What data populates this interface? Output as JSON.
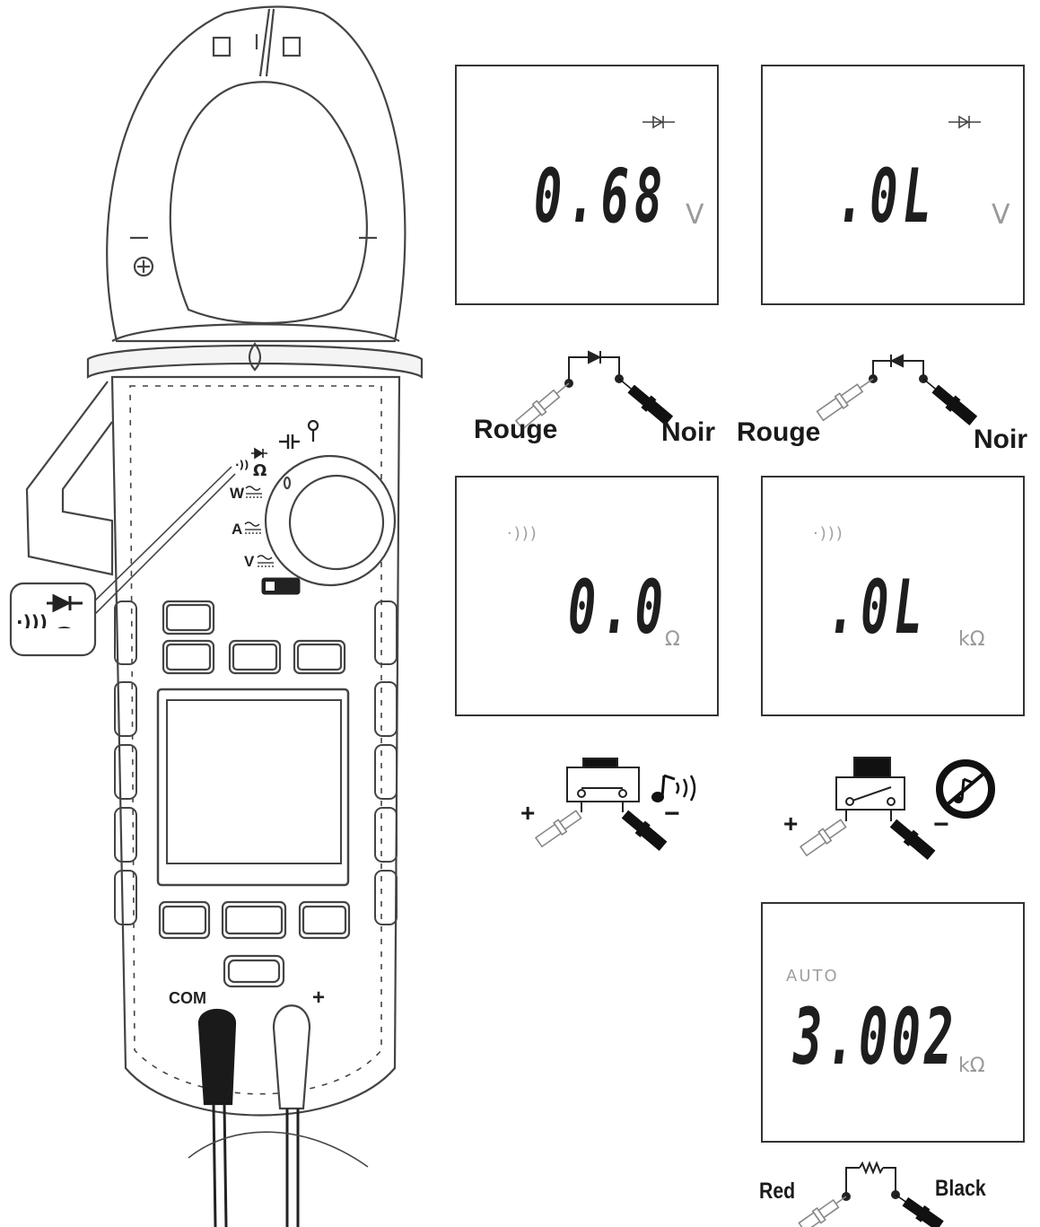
{
  "meter": {
    "range_labels": [
      "W",
      "A",
      "V"
    ],
    "com_label": "COM",
    "plus_label": "+"
  },
  "lcd_panels": [
    {
      "id": "diode-forward",
      "reading": "0.68",
      "unit": "V",
      "indicator": "diode-icon"
    },
    {
      "id": "diode-reverse",
      "reading": ".0L",
      "unit": "V",
      "indicator": "diode-icon"
    },
    {
      "id": "continuity-closed",
      "reading": "0.0",
      "unit": "Ω",
      "indicator": "beep-icon"
    },
    {
      "id": "continuity-open",
      "reading": ".0L",
      "unit": "kΩ",
      "indicator": "beep-icon"
    },
    {
      "id": "resistance",
      "reading": "3.002",
      "unit": "kΩ",
      "indicator_text": "AUTO"
    }
  ],
  "probe_labels": {
    "diode_forward": {
      "left": "Rouge",
      "right": "Noir"
    },
    "diode_reverse": {
      "left": "Rouge",
      "right": "Noir"
    },
    "continuity_closed": {
      "left": "+",
      "right": "−"
    },
    "continuity_open": {
      "left": "+",
      "right": "−"
    },
    "resistance": {
      "left": "Red",
      "right": "Black"
    }
  },
  "colors": {
    "ink": "#1a1a1a",
    "lcd_segment": "#1e1e1e",
    "lcd_dim": "#9a9a9a"
  }
}
